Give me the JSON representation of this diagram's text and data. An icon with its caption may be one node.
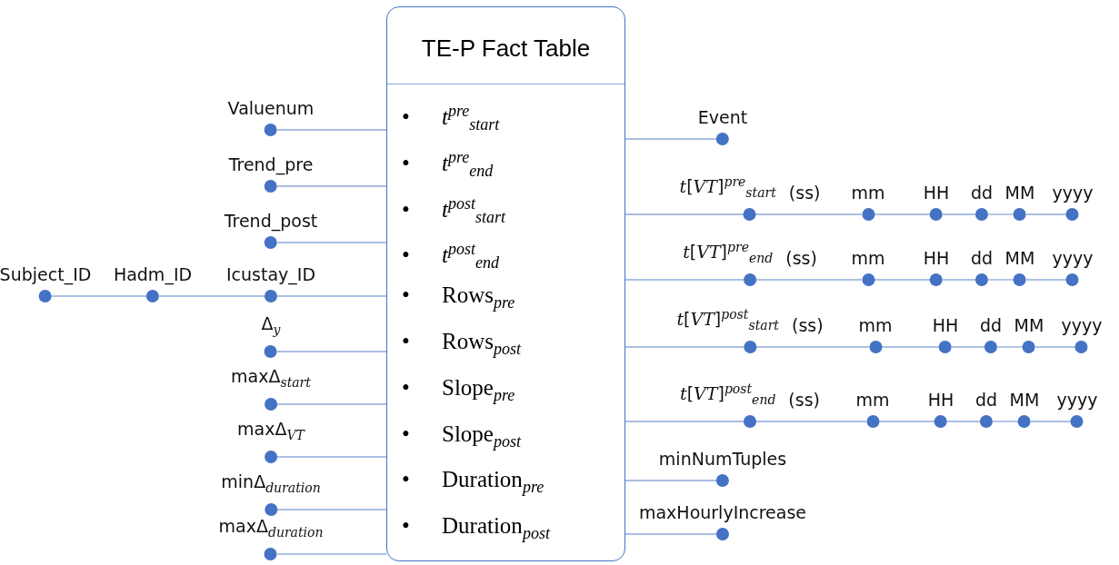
{
  "diagram": {
    "nodes": [
      {
        "text": [
          "TE-P Fact Table",
          "•\t*t*$^{pre}$$_{start}$",
          "•\t*t*$^{pre}$$_{end}$",
          "•\t*t*$^{post}$$_{start}$",
          "•\t*t*$^{post}$$_{end}$",
          "•\tRows$_{pre}$",
          "•\tRows$_{post}$",
          "•\tSlope$_{pre}$",
          "•\tSlope$_{post}$",
          "•\tDuration$_{pre}$",
          "•\tDuration$_{post}$"
        ]
      },
      {
        "text": [
          "Valuenum"
        ]
      },
      {
        "text": [
          "Trend_pre"
        ]
      },
      {
        "text": [
          "Trend_post"
        ]
      },
      {
        "text": [
          "Subject_ID"
        ]
      },
      {
        "text": [
          "Hadm_ID"
        ]
      },
      {
        "text": [
          "Icustay_ID"
        ]
      },
      {
        "text": [
          "Δ$_{y}$"
        ]
      },
      {
        "text": [
          "maxΔ$_{start}$"
        ]
      },
      {
        "text": [
          "maxΔ$_{VT}$"
        ]
      },
      {
        "text": [
          "minΔ$_{duration}$"
        ]
      },
      {
        "text": [
          "maxΔ$_{duration}$"
        ]
      },
      {
        "text": [
          "Event"
        ]
      },
      {
        "text": [
          "*t*[*VT*]$^{pre}$$_{start}$"
        ],
        "beside": [
          "(ss)"
        ]
      },
      {
        "text": [
          "mm"
        ]
      },
      {
        "text": [
          "HH"
        ]
      },
      {
        "text": [
          "dd"
        ]
      },
      {
        "text": [
          "MM"
        ]
      },
      {
        "text": [
          "yyyy"
        ]
      },
      {
        "text": [
          "*t*[*VT*]$^{pre}$$_{end}$"
        ],
        "beside": [
          "(ss)"
        ]
      },
      {
        "text": [
          "mm"
        ]
      },
      {
        "text": [
          "HH"
        ]
      },
      {
        "text": [
          "dd"
        ]
      },
      {
        "text": [
          "MM"
        ]
      },
      {
        "text": [
          "yyyy"
        ]
      },
      {
        "text": [
          "*t*[*VT*]$^{post}$$_{start}$"
        ],
        "beside": [
          "(ss)"
        ]
      },
      {
        "text": [
          "mm"
        ]
      },
      {
        "text": [
          "HH"
        ]
      },
      {
        "text": [
          "dd"
        ]
      },
      {
        "text": [
          "MM"
        ]
      },
      {
        "text": [
          "yyyy"
        ]
      },
      {
        "text": [
          "*t*[*VT*]$^{post}$$_{end}$"
        ],
        "beside": [
          "(ss)"
        ]
      },
      {
        "text": [
          "mm"
        ]
      },
      {
        "text": [
          "HH"
        ]
      },
      {
        "text": [
          "dd"
        ]
      },
      {
        "text": [
          "MM"
        ]
      },
      {
        "text": [
          "yyyy"
        ]
      },
      {
        "text": [
          "minNumTuples"
        ]
      },
      {
        "text": [
          "maxHourlyIncrease"
        ]
      }
    ],
    "edges": [
      {
        "from": 0,
        "to": 1,
        "arrow": "none"
      },
      {
        "from": 0,
        "to": 2,
        "arrow": "none"
      },
      {
        "from": 0,
        "to": 3,
        "arrow": "none"
      },
      {
        "from": 0,
        "to": 6,
        "arrow": "none"
      },
      {
        "from": 6,
        "to": 5,
        "arrow": "none"
      },
      {
        "from": 5,
        "to": 4,
        "arrow": "none"
      },
      {
        "from": 0,
        "to": 7,
        "arrow": "none"
      },
      {
        "from": 0,
        "to": 8,
        "arrow": "none"
      },
      {
        "from": 0,
        "to": 9,
        "arrow": "none"
      },
      {
        "from": 0,
        "to": 10,
        "arrow": "none"
      },
      {
        "from": 0,
        "to": 11,
        "arrow": "none"
      },
      {
        "from": 0,
        "to": 12,
        "arrow": "none"
      },
      {
        "from": 0,
        "to": 13,
        "arrow": "none"
      },
      {
        "from": 13,
        "to": 14,
        "arrow": "none"
      },
      {
        "from": 14,
        "to": 15,
        "arrow": "none"
      },
      {
        "from": 15,
        "to": 16,
        "arrow": "none"
      },
      {
        "from": 16,
        "to": 17,
        "arrow": "none"
      },
      {
        "from": 17,
        "to": 18,
        "arrow": "none"
      },
      {
        "from": 0,
        "to": 19,
        "arrow": "none"
      },
      {
        "from": 19,
        "to": 20,
        "arrow": "none"
      },
      {
        "from": 20,
        "to": 21,
        "arrow": "none"
      },
      {
        "from": 21,
        "to": 22,
        "arrow": "none"
      },
      {
        "from": 22,
        "to": 23,
        "arrow": "none"
      },
      {
        "from": 23,
        "to": 24,
        "arrow": "none"
      },
      {
        "from": 0,
        "to": 25,
        "arrow": "none"
      },
      {
        "from": 25,
        "to": 26,
        "arrow": "none"
      },
      {
        "from": 26,
        "to": 27,
        "arrow": "none"
      },
      {
        "from": 27,
        "to": 28,
        "arrow": "none"
      },
      {
        "from": 28,
        "to": 29,
        "arrow": "none"
      },
      {
        "from": 29,
        "to": 30,
        "arrow": "none"
      },
      {
        "from": 0,
        "to": 31,
        "arrow": "none"
      },
      {
        "from": 31,
        "to": 32,
        "arrow": "none"
      },
      {
        "from": 32,
        "to": 33,
        "arrow": "none"
      },
      {
        "from": 33,
        "to": 34,
        "arrow": "none"
      },
      {
        "from": 34,
        "to": 35,
        "arrow": "none"
      },
      {
        "from": 35,
        "to": 36,
        "arrow": "none"
      },
      {
        "from": 0,
        "to": 37,
        "arrow": "none"
      },
      {
        "from": 0,
        "to": 38,
        "arrow": "none"
      }
    ]
  }
}
